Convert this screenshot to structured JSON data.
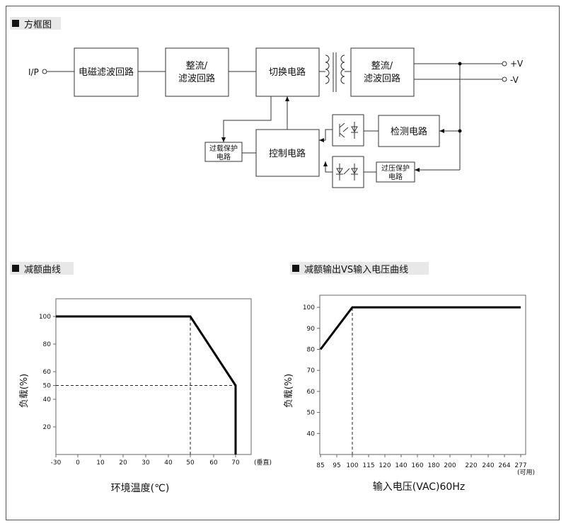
{
  "sections": {
    "block_diagram": "方框图",
    "derating_curve": "减额曲线",
    "derating_vs_input": "减额输出VS输入电压曲线"
  },
  "block_diagram": {
    "input_label": "I/P",
    "emi_filter": "电磁滤波回路",
    "rect1_line1": "整流/",
    "rect1_line2": "滤波回路",
    "switching": "切换电路",
    "rect2_line1": "整流/",
    "rect2_line2": "滤波回路",
    "out_pos": "+V",
    "out_neg": "-V",
    "detection": "检测电路",
    "control": "控制电路",
    "olp_line1": "过载保护",
    "olp_line2": "电路",
    "ovp_line1": "过压保护",
    "ovp_line2": "电路"
  },
  "chart_data": [
    {
      "type": "line",
      "xlabel": "环境温度(℃)",
      "ylabel": "负载(%)",
      "x_ticks": [
        -30,
        0,
        10,
        20,
        30,
        40,
        50,
        60,
        70
      ],
      "x_tick_note": "(垂直)",
      "y_ticks": [
        20,
        40,
        50,
        60,
        80,
        100
      ],
      "xlim": [
        -30,
        77
      ],
      "ylim": [
        0,
        110
      ],
      "series": [
        {
          "x": [
            -30,
            50,
            70,
            70
          ],
          "y": [
            100,
            100,
            50,
            0
          ]
        }
      ],
      "guides": [
        {
          "x": 50,
          "from_y": 0,
          "to_y": 100
        },
        {
          "y": 50,
          "from_x": -30,
          "to_x": 70
        }
      ]
    },
    {
      "type": "line",
      "xlabel": "输入电压(VAC)60Hz",
      "ylabel": "负载(%)",
      "x_ticks": [
        "85",
        "95",
        "100",
        "115",
        "120",
        "140",
        "160",
        "180",
        "200",
        "220",
        "240",
        "264",
        "277"
      ],
      "x_tick_note": "(可用)",
      "y_ticks": [
        40,
        50,
        60,
        70,
        80,
        90,
        100
      ],
      "ylim": [
        30,
        105
      ],
      "series": [
        {
          "x": [
            "85",
            "100",
            "277"
          ],
          "y": [
            80,
            100,
            100
          ]
        }
      ],
      "guides": [
        {
          "x": "100",
          "from_y": 30,
          "to_y": 100
        }
      ]
    }
  ]
}
